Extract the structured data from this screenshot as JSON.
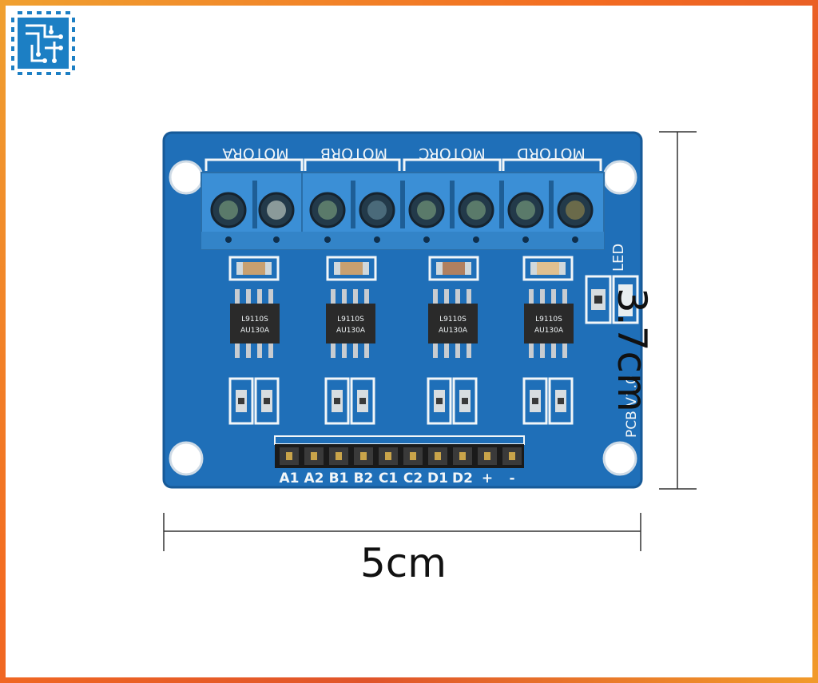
{
  "dimensions": {
    "width_label": "5cm",
    "height_label": "3.7cm"
  },
  "board": {
    "motor_labels": [
      "MOTORA",
      "MOTORB",
      "MOTORC",
      "MOTORD"
    ],
    "chip_lines": [
      "L9110S",
      "AU130A"
    ],
    "led_label": "LED",
    "pcb_label": "PCB V1.0",
    "pin_labels": [
      "A1",
      "A2",
      "B1",
      "B2",
      "C1",
      "C2",
      "D1",
      "D2",
      "+",
      "-"
    ]
  },
  "colors": {
    "pcb": "#1f6fb8",
    "terminal": "#3b8fd6",
    "silkscreen": "#f2f6f8",
    "chip": "#2a2a2a"
  },
  "icons": {
    "logo": "circuit-board-logo-icon"
  }
}
